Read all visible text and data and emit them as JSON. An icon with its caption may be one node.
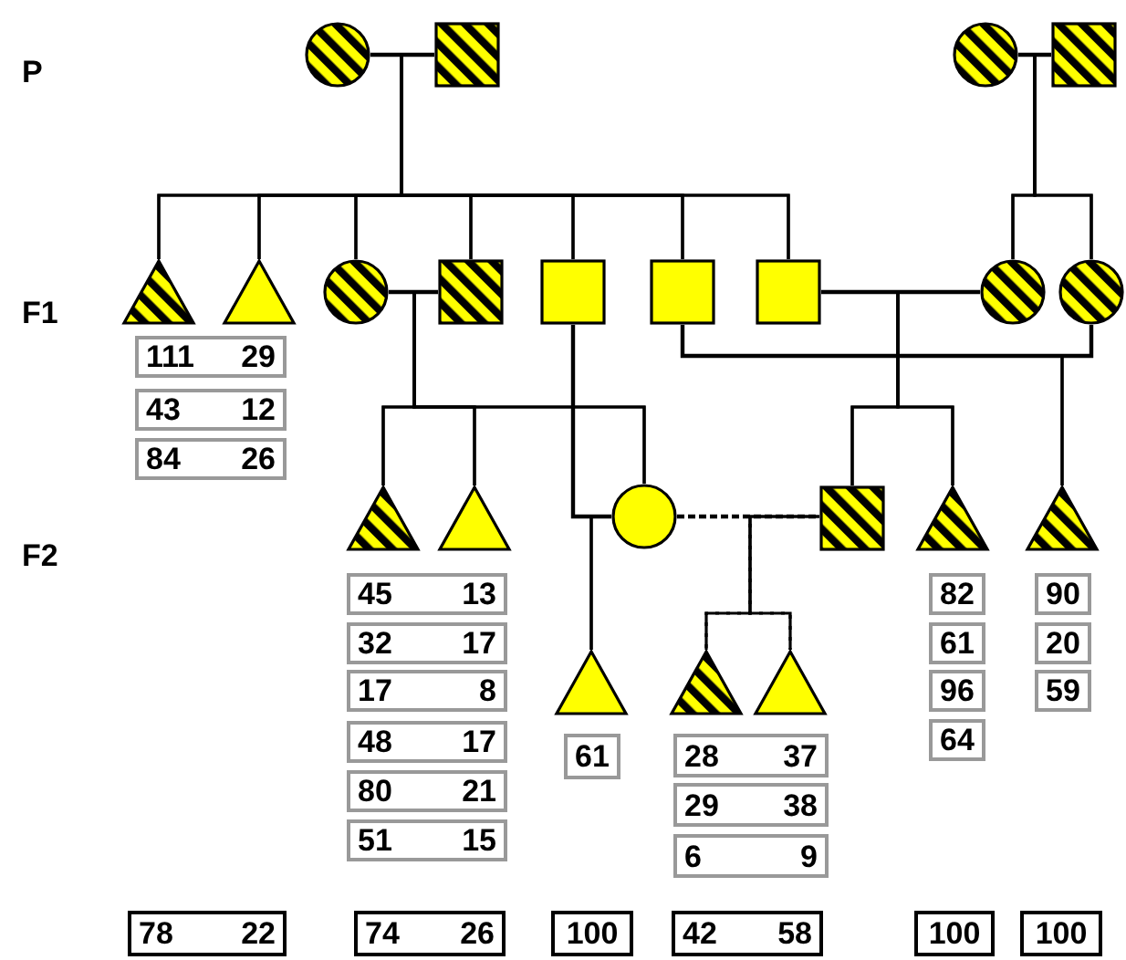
{
  "diagram": {
    "nodes": [
      {
        "text": [],
        "shape": "circle"
      },
      {
        "text": [],
        "shape": "box"
      },
      {
        "text": [],
        "shape": "circle"
      },
      {
        "text": [],
        "shape": "box"
      },
      {
        "text": [],
        "shape": "triangle"
      },
      {
        "text": [],
        "shape": "triangle"
      },
      {
        "text": [],
        "shape": "circle"
      },
      {
        "text": [],
        "shape": "box"
      },
      {
        "text": [],
        "shape": "box"
      },
      {
        "text": [],
        "shape": "box"
      },
      {
        "text": [],
        "shape": "box"
      },
      {
        "text": [],
        "shape": "circle"
      },
      {
        "text": [],
        "shape": "circle"
      },
      {
        "text": [],
        "shape": "triangle"
      },
      {
        "text": [],
        "shape": "triangle"
      },
      {
        "text": [],
        "shape": "circle"
      },
      {
        "text": [],
        "shape": "box"
      },
      {
        "text": [],
        "shape": "triangle"
      },
      {
        "text": [],
        "shape": "triangle"
      },
      {
        "text": [],
        "shape": "triangle"
      },
      {
        "text": [],
        "shape": "triangle"
      },
      {
        "text": [],
        "shape": "triangle"
      },
      {
        "text": [
          "111",
          "29"
        ]
      },
      {
        "text": [
          "43",
          "12"
        ]
      },
      {
        "text": [
          "84",
          "26"
        ]
      },
      {
        "text": [
          "45",
          "13"
        ]
      },
      {
        "text": [
          "32",
          "17"
        ]
      },
      {
        "text": [
          "17",
          "8"
        ]
      },
      {
        "text": [
          "48",
          "17"
        ]
      },
      {
        "text": [
          "80",
          "21"
        ]
      },
      {
        "text": [
          "51",
          "15"
        ]
      },
      {
        "text": [
          "61"
        ]
      },
      {
        "text": [
          "28",
          "37"
        ]
      },
      {
        "text": [
          "29",
          "38"
        ]
      },
      {
        "text": [
          "6",
          "9"
        ]
      },
      {
        "text": [
          "82"
        ]
      },
      {
        "text": [
          "61"
        ]
      },
      {
        "text": [
          "96"
        ]
      },
      {
        "text": [
          "64"
        ]
      },
      {
        "text": [
          "90"
        ]
      },
      {
        "text": [
          "20"
        ]
      },
      {
        "text": [
          "59"
        ]
      },
      {
        "text": [
          "78",
          "22"
        ]
      },
      {
        "text": [
          "74",
          "26"
        ]
      },
      {
        "text": [
          "100"
        ]
      },
      {
        "text": [
          "42",
          "58"
        ]
      },
      {
        "text": [
          "100"
        ]
      },
      {
        "text": [
          "100"
        ]
      }
    ],
    "edges": [
      {
        "from": 0,
        "to": 1,
        "arrow": "none"
      },
      {
        "from": 2,
        "to": 3,
        "arrow": "none"
      },
      {
        "from": 0,
        "to": 4,
        "arrow": "none"
      },
      {
        "from": 1,
        "to": 4,
        "arrow": "none"
      },
      {
        "from": 0,
        "to": 5,
        "arrow": "none"
      },
      {
        "from": 1,
        "to": 5,
        "arrow": "none"
      },
      {
        "from": 0,
        "to": 6,
        "arrow": "none"
      },
      {
        "from": 1,
        "to": 6,
        "arrow": "none"
      },
      {
        "from": 0,
        "to": 7,
        "arrow": "none"
      },
      {
        "from": 1,
        "to": 7,
        "arrow": "none"
      },
      {
        "from": 0,
        "to": 8,
        "arrow": "none"
      },
      {
        "from": 1,
        "to": 8,
        "arrow": "none"
      },
      {
        "from": 0,
        "to": 9,
        "arrow": "none"
      },
      {
        "from": 1,
        "to": 9,
        "arrow": "none"
      },
      {
        "from": 0,
        "to": 10,
        "arrow": "none"
      },
      {
        "from": 1,
        "to": 10,
        "arrow": "none"
      },
      {
        "from": 2,
        "to": 11,
        "arrow": "none"
      },
      {
        "from": 3,
        "to": 11,
        "arrow": "none"
      },
      {
        "from": 2,
        "to": 12,
        "arrow": "none"
      },
      {
        "from": 3,
        "to": 12,
        "arrow": "none"
      },
      {
        "from": 6,
        "to": 7,
        "arrow": "none"
      },
      {
        "from": 10,
        "to": 11,
        "arrow": "none"
      },
      {
        "from": 9,
        "to": 12,
        "arrow": "none"
      },
      {
        "from": 6,
        "to": 13,
        "arrow": "none"
      },
      {
        "from": 7,
        "to": 13,
        "arrow": "none"
      },
      {
        "from": 6,
        "to": 14,
        "arrow": "none"
      },
      {
        "from": 7,
        "to": 14,
        "arrow": "none"
      },
      {
        "from": 6,
        "to": 15,
        "arrow": "none"
      },
      {
        "from": 7,
        "to": 15,
        "arrow": "none"
      },
      {
        "from": 10,
        "to": 16,
        "arrow": "none"
      },
      {
        "from": 11,
        "to": 16,
        "arrow": "none"
      },
      {
        "from": 10,
        "to": 17,
        "arrow": "none"
      },
      {
        "from": 11,
        "to": 17,
        "arrow": "none"
      },
      {
        "from": 9,
        "to": 18,
        "arrow": "none"
      },
      {
        "from": 12,
        "to": 18,
        "arrow": "none"
      },
      {
        "from": 8,
        "to": 15,
        "arrow": "none"
      },
      {
        "from": 8,
        "to": 19,
        "arrow": "none"
      },
      {
        "from": 15,
        "to": 19,
        "arrow": "none"
      },
      {
        "from": 15,
        "to": 16,
        "arrow": "none",
        "style": "dashed"
      },
      {
        "from": 15,
        "to": 20,
        "arrow": "none",
        "style": "dashed"
      },
      {
        "from": 16,
        "to": 20,
        "arrow": "none",
        "style": "dashed"
      },
      {
        "from": 15,
        "to": 21,
        "arrow": "none",
        "style": "dashed"
      },
      {
        "from": 16,
        "to": 21,
        "arrow": "none",
        "style": "dashed"
      }
    ],
    "labels": [
      "P",
      "F1",
      "F2"
    ]
  }
}
